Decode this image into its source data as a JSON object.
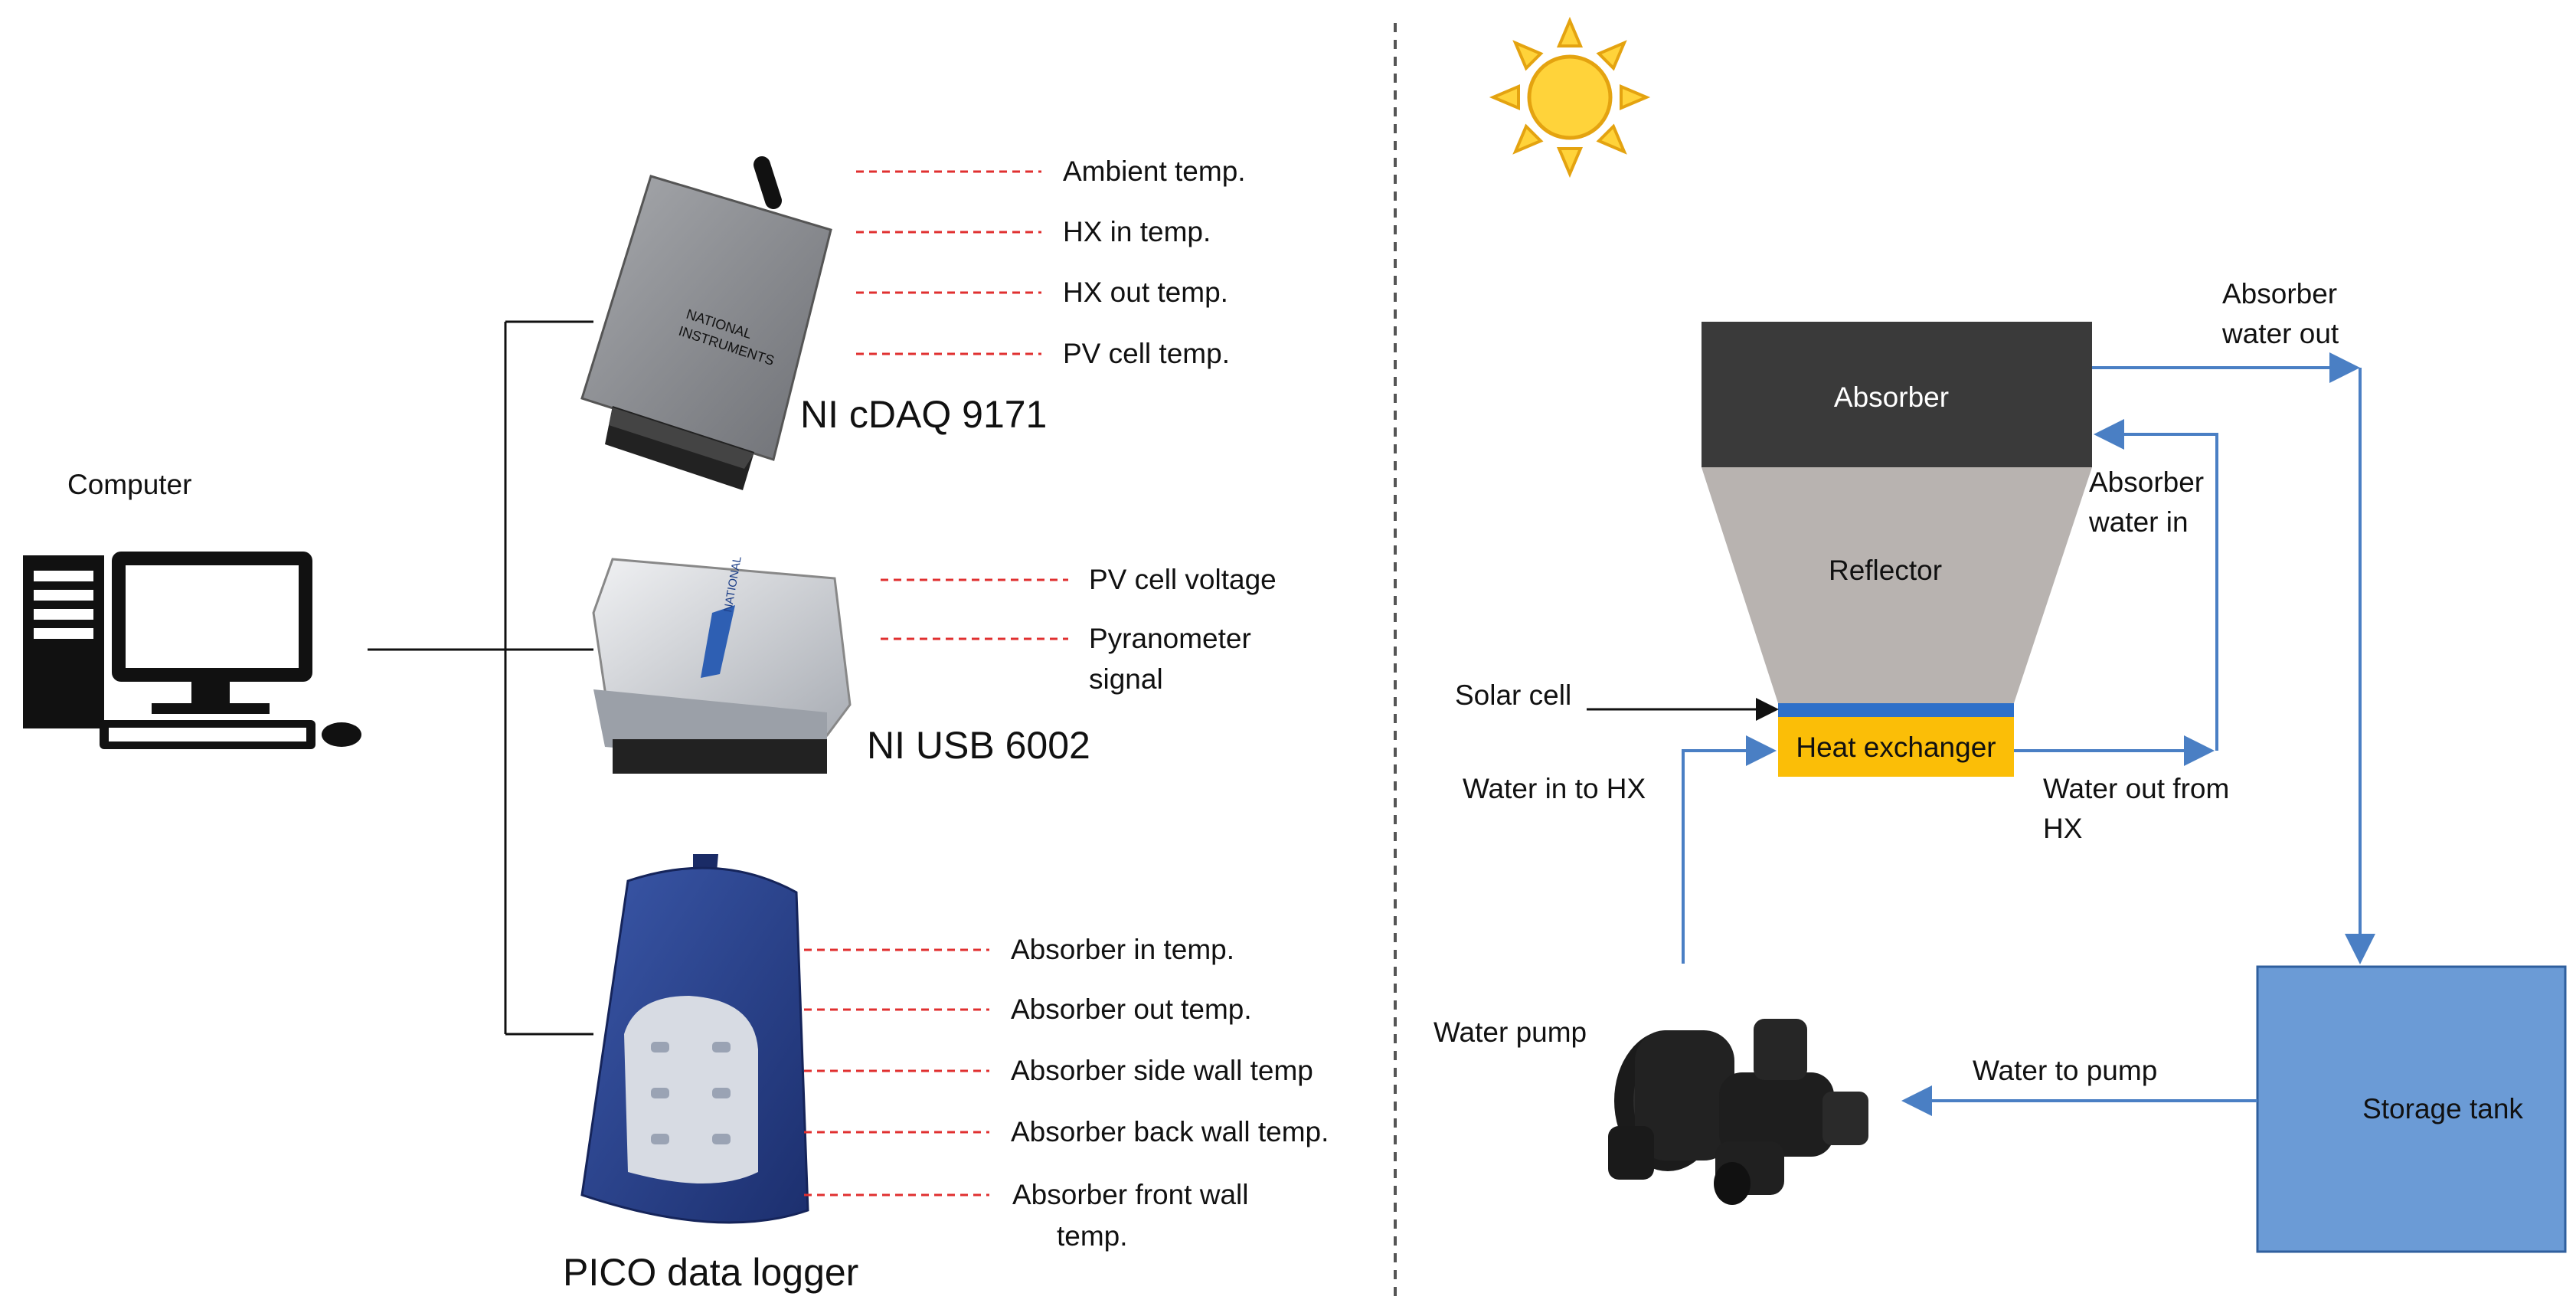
{
  "colors": {
    "leader_line": "#e03030",
    "flow_line": "#4a7fc4",
    "absorber_fill": "#3a3a3a",
    "reflector_fill": "#b8b3b0",
    "hx_fill": "#fbbe07",
    "solar_cell_fill": "#2e70c9",
    "tank_fill": "#6b9bd6",
    "sun_fill": "#ffd33a",
    "sun_stroke": "#e4a310"
  },
  "left": {
    "computer_label": "Computer",
    "devices": {
      "cdaq": {
        "name": "NI cDAQ 9171",
        "signals": [
          "Ambient temp.",
          "HX in temp.",
          "HX out temp.",
          "PV cell temp."
        ]
      },
      "usb": {
        "name": "NI USB 6002",
        "signals": [
          "PV cell voltage",
          "Pyranometer",
          "signal"
        ]
      },
      "pico": {
        "name": "PICO data logger",
        "signals": [
          "Absorber in temp.",
          "Absorber out temp.",
          "Absorber side wall temp",
          "Absorber back wall temp.",
          "Absorber front wall",
          "temp."
        ]
      }
    }
  },
  "right": {
    "absorber": "Absorber",
    "reflector": "Reflector",
    "heat_exchanger": "Heat exchanger",
    "solar_cell": "Solar cell",
    "storage_tank": "Storage tank",
    "water_pump": "Water pump",
    "absorber_water_out": [
      "Absorber",
      "water out"
    ],
    "absorber_water_in": [
      "Absorber",
      "water in"
    ],
    "water_in_to_hx": "Water in to HX",
    "water_out_from_hx": [
      "Water out from",
      "HX"
    ],
    "water_to_pump": "Water to pump"
  }
}
